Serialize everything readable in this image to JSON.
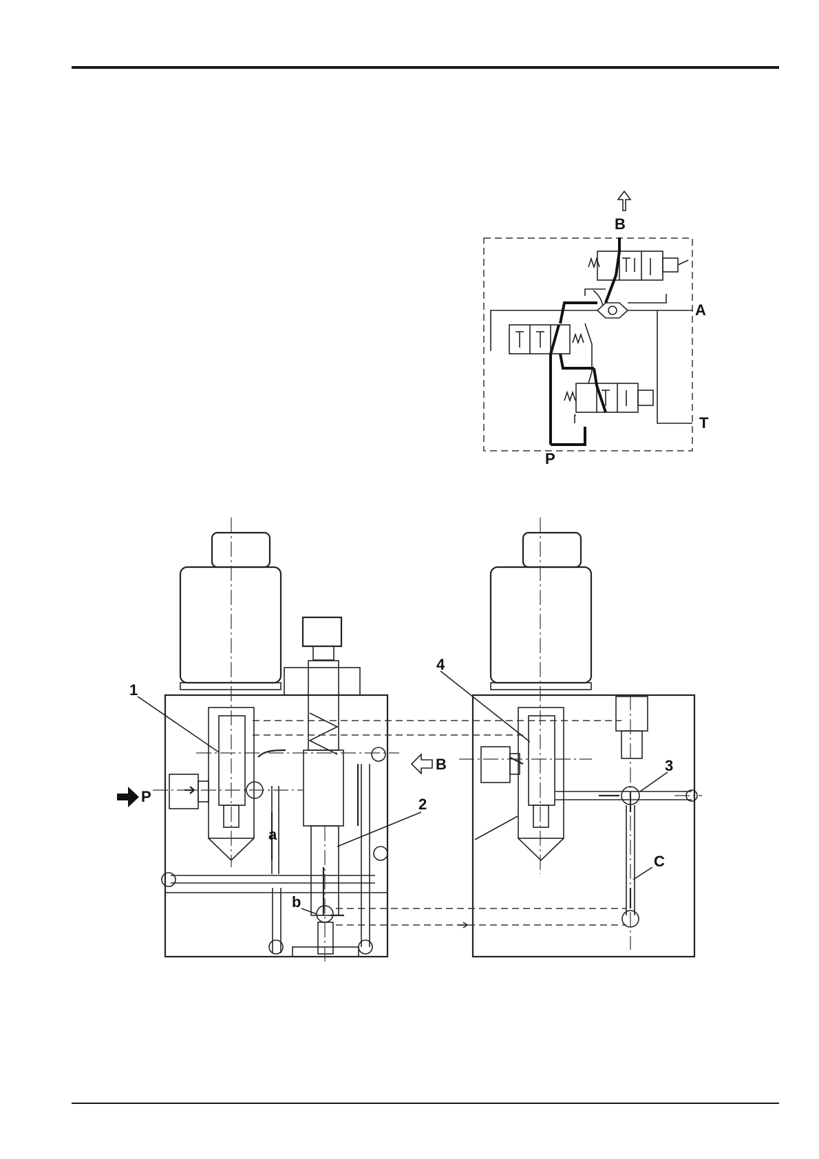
{
  "schematic_labels": {
    "b": "B",
    "a": "A",
    "t": "T",
    "p": "P"
  },
  "section_labels": {
    "callout_1": "1",
    "callout_2": "2",
    "callout_3": "3",
    "callout_4": "4",
    "port_b": "B",
    "port_p": "P",
    "passage_a": "a",
    "passage_b": "b",
    "passage_c": "C"
  }
}
